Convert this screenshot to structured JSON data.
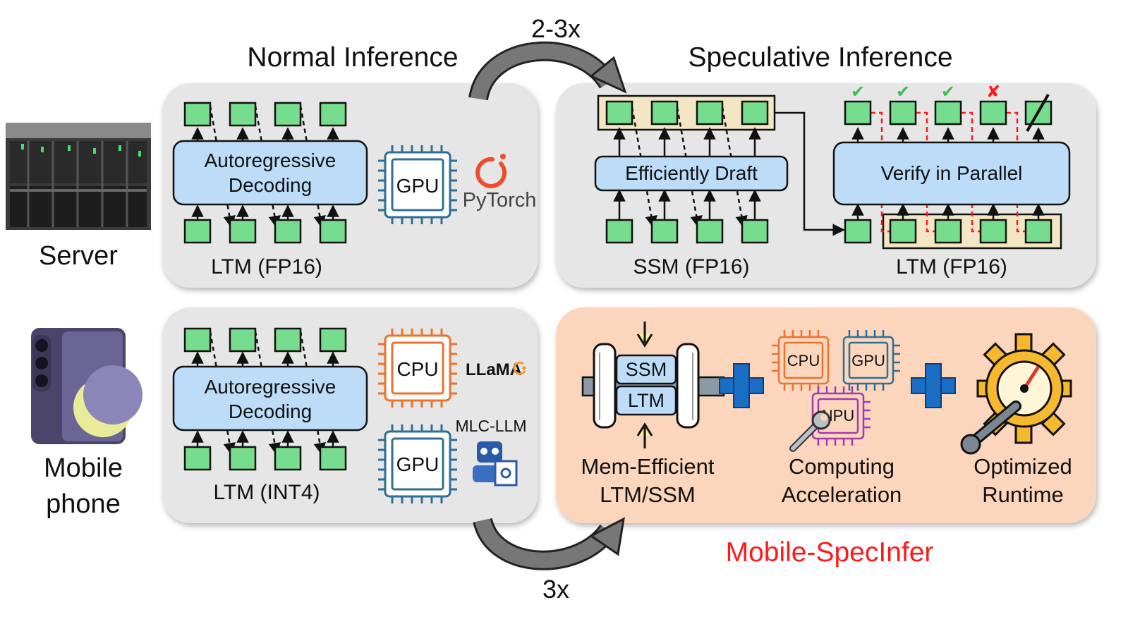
{
  "headers": {
    "normal": "Normal Inference",
    "speculative": "Speculative Inference"
  },
  "speedups": {
    "server": "2-3x",
    "mobile": "3x"
  },
  "rows": {
    "server": "Server",
    "mobile_line1": "Mobile",
    "mobile_line2": "phone"
  },
  "server_normal": {
    "decoder_line1": "Autoregressive",
    "decoder_line2": "Decoding",
    "chip": "GPU",
    "framework": "PyTorch",
    "caption": "LTM (FP16)"
  },
  "server_spec": {
    "draft_label": "Efficiently Draft",
    "draft_caption": "SSM (FP16)",
    "verify_label": "Verify in Parallel",
    "verify_caption": "LTM (FP16)",
    "verify_marks": [
      "✔",
      "✔",
      "✔",
      "✘"
    ]
  },
  "mobile_normal": {
    "decoder_line1": "Autoregressive",
    "decoder_line2": "Decoding",
    "chip_cpu": "CPU",
    "framework_cpu": "LLaMA",
    "chip_gpu": "GPU",
    "framework_gpu": "MLC-LLM",
    "caption": "LTM (INT4)"
  },
  "mobile_spec": {
    "ssm": "SSM",
    "ltm": "LTM",
    "chip_cpu": "CPU",
    "chip_gpu": "GPU",
    "chip_npu": "NPU",
    "cap1_line1": "Mem-Efficient",
    "cap1_line2": "LTM/SSM",
    "cap2_line1": "Computing",
    "cap2_line2": "Acceleration",
    "cap3_line1": "Optimized",
    "cap3_line2": "Runtime",
    "system_name": "Mobile-SpecInfer"
  },
  "icons": {
    "server_photo": "server-rack-icon",
    "phone_photo": "smartphone-icon",
    "pytorch": "pytorch-logo-icon",
    "llama": "llama-cpp-logo-icon",
    "mlc": "mlc-robot-icon",
    "gear": "gear-wrench-icon",
    "check": "check-icon",
    "cross": "cross-icon",
    "plus": "plus-icon"
  },
  "colors": {
    "token_fill": "#77dd8e",
    "decoder_fill": "#bcdcf7",
    "panel_fill": "#e6e6e6",
    "highlight_panel": "#fbd5bc",
    "highlight_strip": "#f2e6c4",
    "gpu_chip": "#2f6f94",
    "cpu_chip": "#e8742f",
    "npu_chip": "#a23ab2",
    "plus_blue": "#1a6fc4",
    "accent_red": "#ff1a1a"
  }
}
